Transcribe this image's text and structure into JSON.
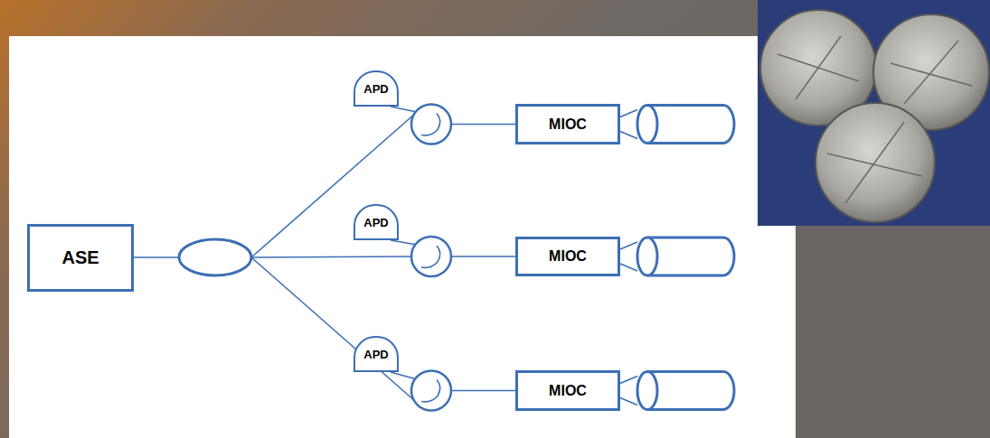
{
  "diagram": {
    "nodes": [
      {
        "text": [
          "ASE"
        ]
      },
      {
        "text": [
          "APD"
        ]
      },
      {
        "text": [
          "MIOC"
        ]
      },
      {
        "text": [
          "APD"
        ]
      },
      {
        "text": [
          "MIOC"
        ]
      },
      {
        "text": [
          "APD"
        ]
      },
      {
        "text": [
          "MIOC"
        ]
      }
    ]
  }
}
